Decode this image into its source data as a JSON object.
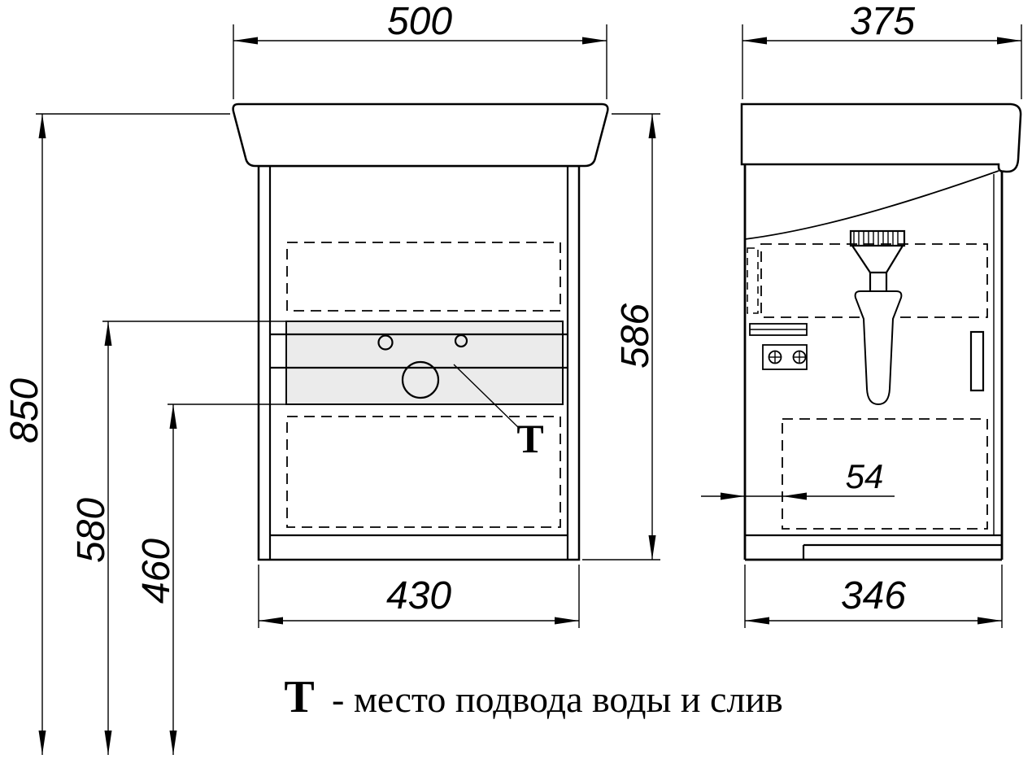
{
  "drawing": {
    "dimensions": {
      "front_width": "500",
      "side_depth": "375",
      "total_height": "850",
      "cabinet_height": "586",
      "supply_height": "580",
      "drain_height": "460",
      "cabinet_width": "430",
      "back_gap": "54",
      "cabinet_depth": "346"
    },
    "marker_t": "Т",
    "legend": {
      "symbol": "Т",
      "text": "- место подвода воды и слив"
    },
    "colors": {
      "line": "#000000",
      "panel_fill": "#ebebeb",
      "background": "#ffffff"
    }
  }
}
